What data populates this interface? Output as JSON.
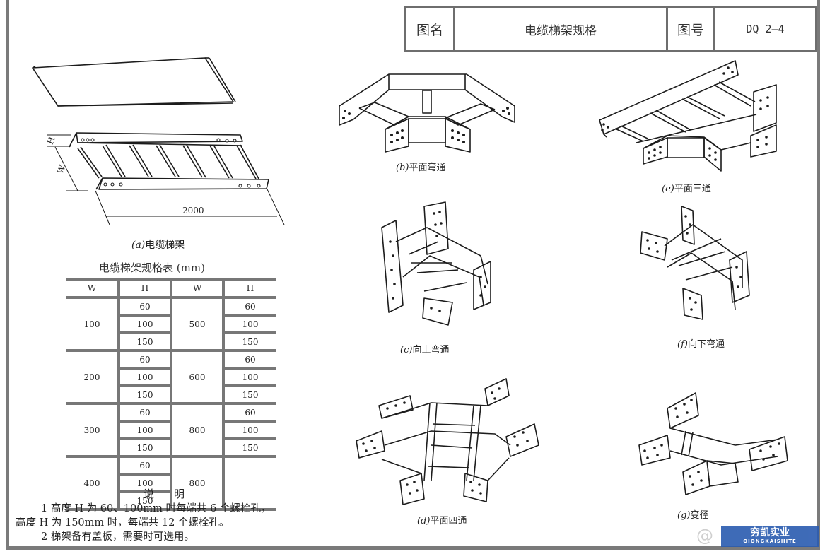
{
  "title_block": {
    "name_label": "图名",
    "name_value": "电缆梯架规格",
    "number_label": "图号",
    "number_value": "DQ 2—4"
  },
  "figures": {
    "a": {
      "letter": "(a)",
      "label": "电缆梯架",
      "dim_length": "2000",
      "dim_h": "H",
      "dim_w": "W"
    },
    "b": {
      "letter": "(b)",
      "label": "平面弯通"
    },
    "c": {
      "letter": "(c)",
      "label": "向上弯通"
    },
    "d": {
      "letter": "(d)",
      "label": "平面四通"
    },
    "e": {
      "letter": "(e)",
      "label": "平面三通"
    },
    "f": {
      "letter": "(f)",
      "label": "向下弯通"
    },
    "g": {
      "letter": "(g)",
      "label": "变径"
    }
  },
  "spec_table": {
    "title": "电缆梯架规格表 (mm)",
    "headers": [
      "W",
      "H",
      "W",
      "H"
    ],
    "groups": [
      {
        "w1": "100",
        "h1": [
          "60",
          "100",
          "150"
        ],
        "w2": "500",
        "h2": [
          "60",
          "100",
          "150"
        ]
      },
      {
        "w1": "200",
        "h1": [
          "60",
          "100",
          "150"
        ],
        "w2": "600",
        "h2": [
          "60",
          "100",
          "150"
        ]
      },
      {
        "w1": "300",
        "h1": [
          "60",
          "100",
          "150"
        ],
        "w2": "800",
        "h2": [
          "60",
          "100",
          "150"
        ]
      },
      {
        "w1": "400",
        "h1": [
          "60",
          "100",
          "150"
        ],
        "w2": "800",
        "h2": [
          "",
          "",
          ""
        ]
      }
    ]
  },
  "notes": {
    "heading": "说明",
    "line1": "1  高度 H 为 60、100mm 时每端共 6 个螺栓孔，",
    "line2": "高度 H 为 150mm 时，每端共 12 个螺栓孔。",
    "line3": "2  梯架备有盖板，需要时可选用。"
  },
  "watermark": {
    "at": "@",
    "brand_cn": "穷凯实业",
    "brand_en": "QIONGKAISHITE"
  }
}
